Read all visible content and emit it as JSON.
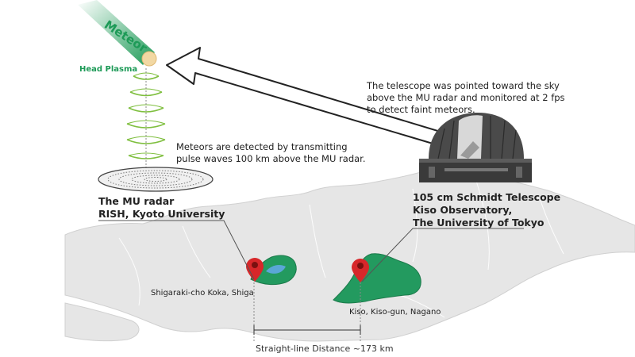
{
  "labels": {
    "meteor": "Meteor",
    "head_plasma": "Head Plasma",
    "telescope_note": [
      "The telescope was pointed toward the sky",
      "above the MU radar and monitored at 2 fps",
      "to detect faint meteors."
    ],
    "radar_note": [
      "Meteors are detected by transmitting",
      "pulse waves 100 km above the MU radar."
    ],
    "radar_name": [
      "The MU radar",
      "RISH, Kyoto University"
    ],
    "telescope_name": [
      "105 cm Schmidt Telescope",
      "Kiso Observatory,",
      "The University of Tokyo"
    ],
    "place_shiga": "Shigaraki-cho Koka, Shiga",
    "place_nagano": "Kiso, Kiso-gun, Nagano",
    "distance": "Straight-line Distance ~173 km"
  },
  "colors": {
    "meteor_green": "#1d9a57",
    "land": "#e6e6e6",
    "region_green": "#239a5f",
    "lake_blue": "#5aa7d6",
    "pin_red": "#d7272a"
  },
  "icons": [
    "map-pin-icon",
    "dish-antenna-icon",
    "telescope-dome-icon"
  ]
}
